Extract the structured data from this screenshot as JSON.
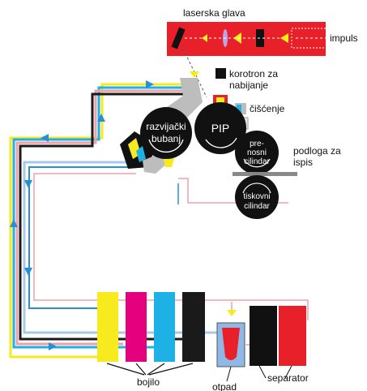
{
  "labels": {
    "laser_head": "laserska glava",
    "impulse": "impuls",
    "corotron_line1": "korotron za",
    "corotron_line2": "nabijanje",
    "cleaning": "čišćenje",
    "developer_drum_line1": "razvijački",
    "developer_drum_line2": "bubanj",
    "pip": "PIP",
    "transfer_cyl_line1": "pre-",
    "transfer_cyl_line2": "nosni",
    "transfer_cyl_line3": "cilindar",
    "substrate_line1": "podloga za",
    "substrate_line2": "ispis",
    "print_cyl_line1": "tiskovni",
    "print_cyl_line2": "cilindar",
    "inks": "bojilo",
    "waste": "otpad",
    "separator": "separator"
  },
  "colors": {
    "laser_red": "#e8202a",
    "yellow": "#f7ea1e",
    "magenta": "#e5007e",
    "cyan": "#1eb1e6",
    "black": "#1a1a1a",
    "pipe_blue": "#2a8fd0",
    "pipe_pink": "#f0a0a8",
    "light_blue": "#a9c8ea",
    "gray": "#bdbdbd"
  }
}
